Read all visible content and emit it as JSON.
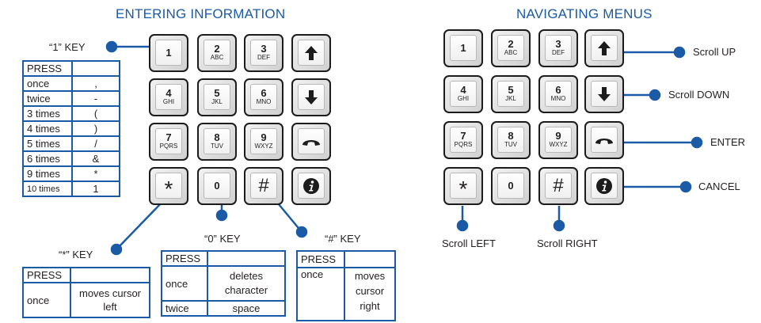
{
  "left_title": "ENTERING INFORMATION",
  "right_title": "NAVIGATING MENUS",
  "keypad": {
    "k1": {
      "num": "1",
      "letters": ""
    },
    "k2": {
      "num": "2",
      "letters": "ABC"
    },
    "k3": {
      "num": "3",
      "letters": "DEF"
    },
    "k4": {
      "num": "4",
      "letters": "GHI"
    },
    "k5": {
      "num": "5",
      "letters": "JKL"
    },
    "k6": {
      "num": "6",
      "letters": "MNO"
    },
    "k7": {
      "num": "7",
      "letters": "PQRS"
    },
    "k8": {
      "num": "8",
      "letters": "TUV"
    },
    "k9": {
      "num": "9",
      "letters": "WXYZ"
    },
    "k0": {
      "num": "0"
    },
    "star": "*",
    "hash": "#"
  },
  "key1": {
    "label": "“1” KEY",
    "header": "PRESS",
    "rows": [
      {
        "press": "once",
        "char": ","
      },
      {
        "press": "twice",
        "char": "-"
      },
      {
        "press": "3 times",
        "char": "("
      },
      {
        "press": "4 times",
        "char": ")"
      },
      {
        "press": "5 times",
        "char": "/"
      },
      {
        "press": "6 times",
        "char": "&"
      },
      {
        "press": "9 times",
        "char": "*"
      },
      {
        "press": "10 times",
        "char": "1"
      }
    ]
  },
  "star_key": {
    "label": "“*” KEY",
    "header": "PRESS",
    "press": "once",
    "action": "moves cursor left"
  },
  "zero_key": {
    "label": "“0” KEY",
    "header": "PRESS",
    "rows": [
      {
        "press": "once",
        "action": "deletes character"
      },
      {
        "press": "twice",
        "action": "space"
      }
    ]
  },
  "hash_key": {
    "label": "“#” KEY",
    "header": "PRESS",
    "press": "once",
    "action": "moves cursor right"
  },
  "nav": {
    "up": "Scroll UP",
    "down": "Scroll DOWN",
    "enter": "ENTER",
    "cancel": "CANCEL",
    "left": "Scroll LEFT",
    "right": "Scroll RIGHT"
  },
  "colors": {
    "accent": "#1b5aa6",
    "key_border": "#1c1c1c"
  },
  "icons": [
    "up-arrow-icon",
    "down-arrow-icon",
    "phone-handset-icon",
    "info-icon"
  ]
}
